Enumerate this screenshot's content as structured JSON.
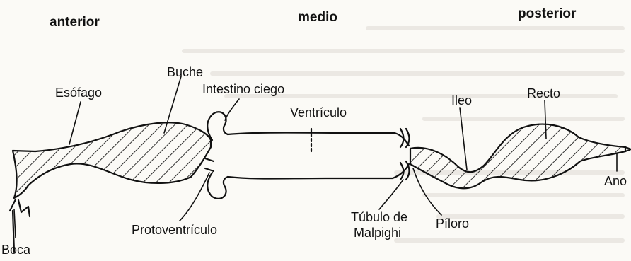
{
  "regions": {
    "anterior": "anterior",
    "medio": "medio",
    "posterior": "posterior"
  },
  "labels": {
    "esofago": "Esófago",
    "buche": "Buche",
    "intestino_ciego": "Intestino ciego",
    "ventriculo": "Ventrículo",
    "ileo": "Ileo",
    "recto": "Recto",
    "ano": "Ano",
    "boca": "Boca",
    "protoventriculo": "Protoventrículo",
    "tubulo_line1": "Túbulo de",
    "tubulo_line2": "Malpighi",
    "piloro": "Píloro"
  },
  "colors": {
    "ink": "#111111",
    "paper": "#fbfaf6",
    "bleed_through": "#d9d6cf"
  }
}
